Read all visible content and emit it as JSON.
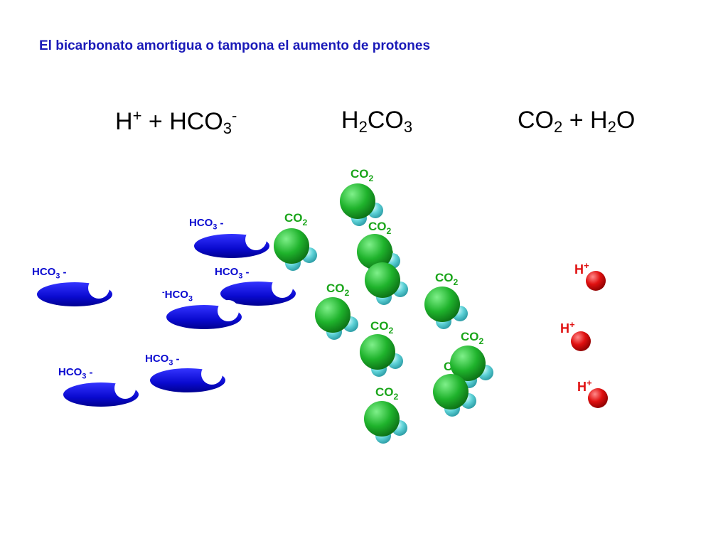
{
  "title": "El bicarbonato amortigua o tampona el aumento de protones",
  "equation": {
    "reactants": {
      "h": "H",
      "h_charge": "+",
      "plus": "+",
      "hco": "HCO",
      "hco_sub": "3",
      "hco_charge": "-"
    },
    "intermediate": {
      "h": "H",
      "h_sub": "2",
      "co": "CO",
      "co_sub": "3"
    },
    "products": {
      "co": "CO",
      "co_sub": "2",
      "plus": "+",
      "h": "H",
      "h_sub": "2",
      "o": "O"
    }
  },
  "molecules": {
    "bicarbonate_label": {
      "base": "HCO",
      "sub": "3",
      "charge": "-"
    },
    "co2_label": {
      "base": "CO",
      "sub": "2"
    },
    "proton_label": {
      "base": "H",
      "charge": "+"
    }
  },
  "colors": {
    "title": "#1a1ab8",
    "bicarbonate": "#0a0ad0",
    "co2_sphere": "#1fb32c",
    "co2_label": "#1aa51a",
    "water_sphere": "#5fd3d8",
    "proton": "#e01010",
    "proton_label": "#e01010"
  }
}
